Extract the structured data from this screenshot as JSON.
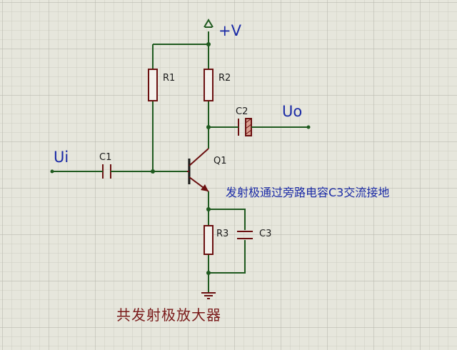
{
  "labels": {
    "vcc": "+V",
    "r1": "R1",
    "r2": "R2",
    "r3": "R3",
    "c1": "C1",
    "c2": "C2",
    "c3": "C3",
    "q1": "Q1",
    "input": "Ui",
    "output": "Uo"
  },
  "annotation": "发射极通过旁路电容C3交流接地",
  "title": "共发射极放大器",
  "colors": {
    "background": "#e6e6dc",
    "grid_minor": "#cdcdc2",
    "grid_major": "#b3b3a8",
    "wire": "#1f5a1f",
    "component": "#6b1010",
    "label_blue": "#1a2aa6",
    "title_red": "#7a1a1a"
  }
}
